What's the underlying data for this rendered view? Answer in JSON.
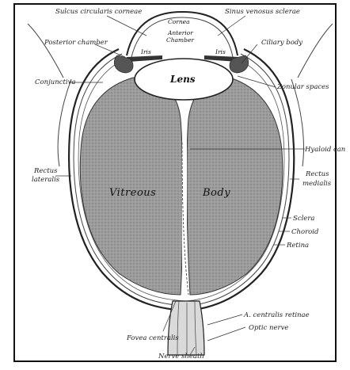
{
  "labels": {
    "sulcus": "Sulcus circularis corneae",
    "sinus": "Sinus venosus sclerae",
    "cornea": "Cornea",
    "anterior_chamber_1": "Anterior",
    "anterior_chamber_2": "Chamber",
    "iris_left": "Iris",
    "iris_right": "Iris",
    "posterior_chamber": "Posterior chamber",
    "ciliary_body": "Ciliary body",
    "conjunctiva": "Conjunctiva",
    "zonular_spaces": "Zonular spaces",
    "lens": "Lens",
    "hyaloid": "Hyaloid can",
    "rectus_lateralis_1": "Rectus",
    "rectus_lateralis_2": "lateralis",
    "rectus_medialis_1": "Rectus",
    "rectus_medialis_2": "medialis",
    "vitreous": "Vitreous",
    "body": "Body",
    "sclera": "Sclera",
    "choroid": "Choroid",
    "retina": "Retina",
    "a_centralis": "A. centralis retinae",
    "optic_nerve": "Optic nerve",
    "fovea": "Fovea centralis",
    "nerve_sheath": "Nerve sheath"
  }
}
